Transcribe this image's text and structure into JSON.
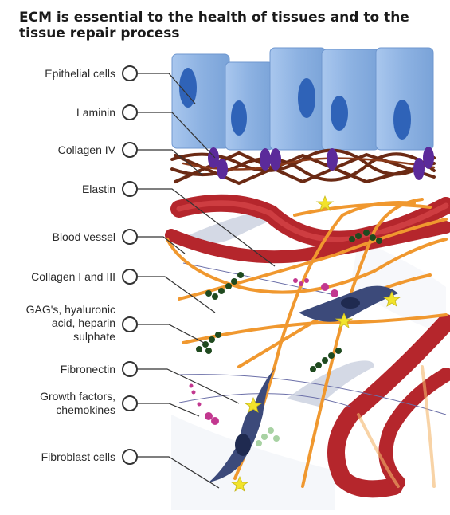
{
  "title": "ECM is essential to the health of tissues and to the tissue repair process",
  "labels": {
    "epithelial": "Epithelial cells",
    "laminin": "Laminin",
    "collagen4": "Collagen IV",
    "elastin": "Elastin",
    "blood_vessel": "Blood vessel",
    "collagen13": "Collagen I and III",
    "gags_1": "GAG's, hyaluronic",
    "gags_2": "acid, heparin",
    "gags_3": "sulphate",
    "fibronectin": "Fibronectin",
    "growth_1": "Growth factors,",
    "growth_2": "chemokines",
    "fibroblast": "Fibroblast cells"
  },
  "colors": {
    "epithelial": "#8fb4e3",
    "nucleus": "#2f63b8",
    "laminin": "#5b2a9a",
    "collagen4": "#6b2a14",
    "blood_vessel": "#b5262c",
    "collagen13": "#f0982f",
    "fibroblast": "#3c4a7a",
    "gag": "#1f4a1f",
    "fibronectin": "#f2e32b",
    "growth": "#c2378f"
  }
}
